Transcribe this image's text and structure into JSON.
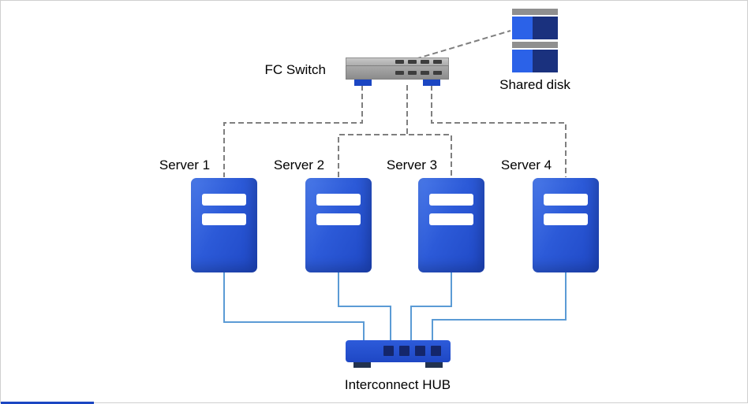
{
  "diagram": {
    "type": "cluster-architecture",
    "nodes": {
      "fc_switch": {
        "label": "FC Switch"
      },
      "shared_disk": {
        "label": "Shared disk"
      },
      "servers": [
        {
          "label": "Server 1"
        },
        {
          "label": "Server 2"
        },
        {
          "label": "Server 3"
        },
        {
          "label": "Server 4"
        }
      ],
      "hub": {
        "label": "Interconnect HUB"
      }
    },
    "edges": [
      {
        "from": "fc-switch",
        "to": "shared-disk",
        "style": "dashed"
      },
      {
        "from": "fc-switch",
        "to": "server-1",
        "style": "dashed"
      },
      {
        "from": "fc-switch",
        "to": "server-2",
        "style": "dashed"
      },
      {
        "from": "fc-switch",
        "to": "server-3",
        "style": "dashed"
      },
      {
        "from": "fc-switch",
        "to": "server-4",
        "style": "dashed"
      },
      {
        "from": "server-1",
        "to": "interconnect-hub",
        "style": "solid"
      },
      {
        "from": "server-2",
        "to": "interconnect-hub",
        "style": "solid"
      },
      {
        "from": "server-3",
        "to": "interconnect-hub",
        "style": "solid"
      },
      {
        "from": "server-4",
        "to": "interconnect-hub",
        "style": "solid"
      }
    ],
    "colors": {
      "server_blue": "#2c5ad8",
      "hub_blue": "#2d5bda",
      "solid_line_blue": "#5b9bd5",
      "dashed_line_gray": "#7f7f7f",
      "switch_gray": "#9b9b9b",
      "disk_navy": "#1a317e",
      "disk_bright_blue": "#2b62e8",
      "text": "#000000"
    }
  }
}
